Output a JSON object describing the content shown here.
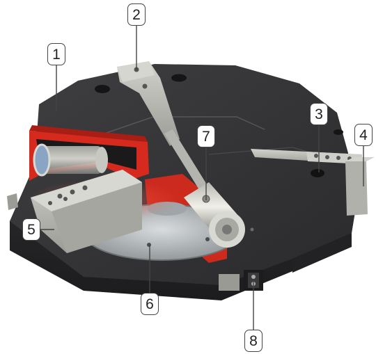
{
  "colors": {
    "housing_dark": "#2e2e30",
    "housing_mid": "#3b3b3e",
    "accent_red": "#d62a1e",
    "aluminum": "#b9b9b4",
    "mirror_glass": "#c9cfd3",
    "callout_border": "#444444"
  },
  "callouts": [
    {
      "label": "1"
    },
    {
      "label": "2"
    },
    {
      "label": "3"
    },
    {
      "label": "4"
    },
    {
      "label": "5"
    },
    {
      "label": "6"
    },
    {
      "label": "7"
    },
    {
      "label": "8"
    }
  ]
}
